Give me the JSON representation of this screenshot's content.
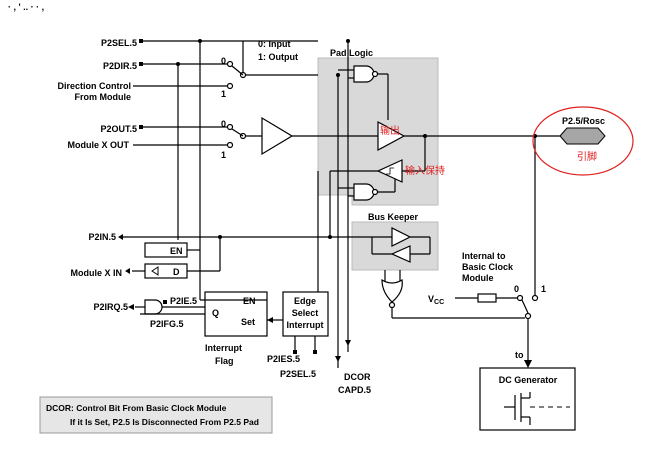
{
  "top_cut_text": "· , ' .. · · ,",
  "labels": {
    "p2sel5": "P2SEL.5",
    "p2dir5": "P2DIR.5",
    "dir_ctrl_1": "Direction Control",
    "dir_ctrl_2": "From Module",
    "p2out5": "P2OUT.5",
    "modx_out": "Module X OUT",
    "mux0_a": "0",
    "mux1_a": "1",
    "mux0_b": "0",
    "mux1_b": "1",
    "io_legend_0": "0: Input",
    "io_legend_1": "1: Output",
    "pad_logic": "Pad Logic",
    "bus_keeper": "Bus Keeper",
    "p2in5": "P2IN.5",
    "en": "EN",
    "d": "D",
    "modx_in": "Module X IN",
    "p2irq5": "P2IRQ.5",
    "p2ie5": "P2IE.5",
    "p2ifg5": "P2IFG.5",
    "q": "Q",
    "ff_en": "EN",
    "ff_set": "Set",
    "int_flag_1": "Interrupt",
    "int_flag_2": "Flag",
    "edge_1": "Edge",
    "edge_2": "Select",
    "edge_3": "Interrupt",
    "p2ies5": "P2IES.5",
    "p2sel5_b": "P2SEL.5",
    "dcor": "DCOR",
    "capd5": "CAPD.5",
    "internal_1": "Internal to",
    "internal_2": "Basic Clock",
    "internal_3": "Module",
    "vcc": "V",
    "vcc_sub": "CC",
    "sw0": "0",
    "sw1": "1",
    "to": "to",
    "dc_gen": "DC Generator",
    "pin_name": "P2.5/Rosc",
    "note_1": "DCOR: Control Bit From Basic Clock Module",
    "note_2": "If it Is Set, P2.5 Is Disconnected From P2.5 Pad"
  },
  "annotations_cn": {
    "output": "输出",
    "input_hold": "输入保持",
    "pin": "引脚"
  },
  "colors": {
    "pad_bg": "#d9d9d9",
    "note_bg": "#e6e6e6",
    "annotation_red": "#e02020"
  }
}
